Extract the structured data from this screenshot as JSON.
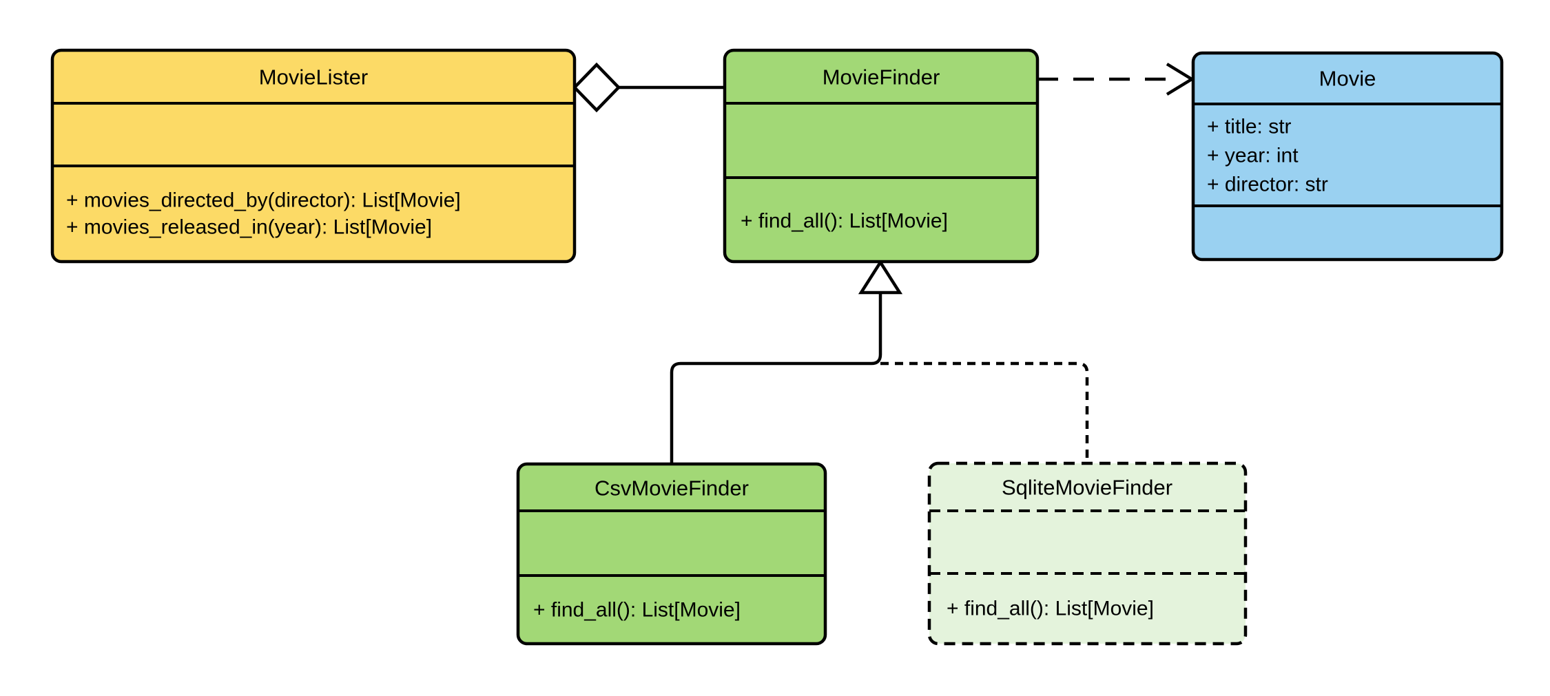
{
  "diagram": {
    "type": "uml-class-diagram",
    "background": "#ffffff",
    "stroke": "#000000",
    "classes": [
      {
        "id": "movie-lister",
        "name": "MovieLister",
        "fill": "#FCDA66",
        "border_style": "solid",
        "attributes": [],
        "methods": [
          "+ movies_directed_by(director): List[Movie]",
          "+ movies_released_in(year): List[Movie]"
        ]
      },
      {
        "id": "movie-finder",
        "name": "MovieFinder",
        "fill": "#A2D876",
        "border_style": "solid",
        "attributes": [],
        "methods": [
          "+ find_all(): List[Movie]"
        ]
      },
      {
        "id": "movie",
        "name": "Movie",
        "fill": "#9AD1F1",
        "border_style": "solid",
        "attributes": [
          "+ title: str",
          "+ year: int",
          "+ director: str"
        ],
        "methods": []
      },
      {
        "id": "csv-movie-finder",
        "name": "CsvMovieFinder",
        "fill": "#A2D876",
        "border_style": "solid",
        "attributes": [],
        "methods": [
          "+ find_all(): List[Movie]"
        ]
      },
      {
        "id": "sqlite-movie-finder",
        "name": "SqliteMovieFinder",
        "fill": "#E4F3DC",
        "border_style": "dashed",
        "attributes": [],
        "methods": [
          "+ find_all(): List[Movie]"
        ]
      }
    ],
    "relationships": [
      {
        "type": "aggregation",
        "from": "MovieLister",
        "to": "MovieFinder",
        "line": "solid",
        "marker": "hollow-diamond"
      },
      {
        "type": "dependency",
        "from": "MovieFinder",
        "to": "Movie",
        "line": "dashed",
        "marker": "open-arrow"
      },
      {
        "type": "generalization",
        "from": "CsvMovieFinder",
        "to": "MovieFinder",
        "line": "solid",
        "marker": "hollow-triangle"
      },
      {
        "type": "generalization",
        "from": "SqliteMovieFinder",
        "to": "MovieFinder",
        "line": "dashed",
        "marker": "hollow-triangle"
      }
    ]
  }
}
